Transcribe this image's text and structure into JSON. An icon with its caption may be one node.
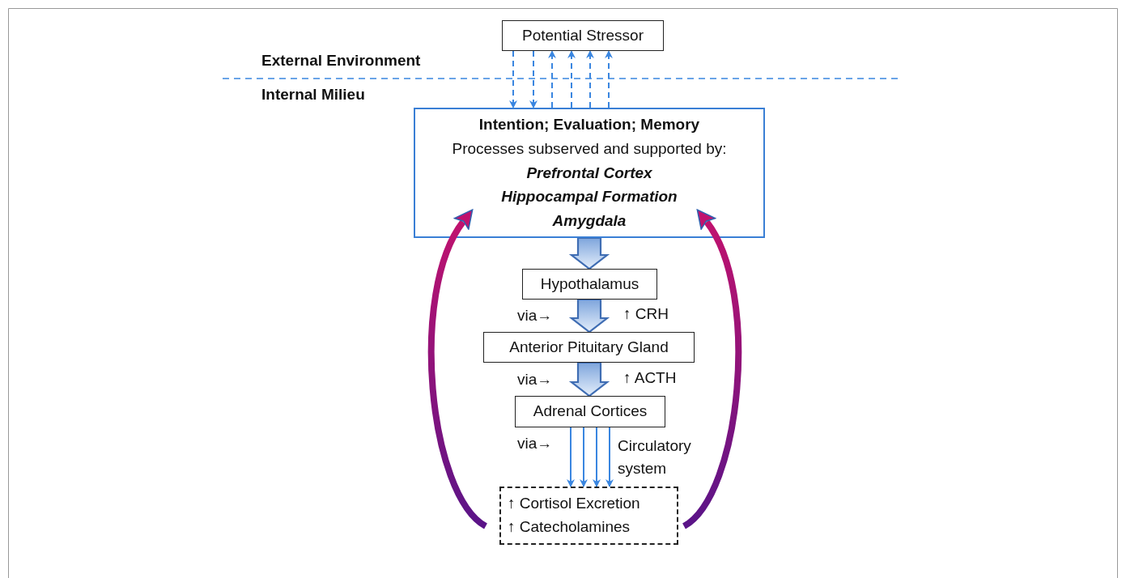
{
  "diagram": {
    "nodes": [
      {
        "text": [
          "Potential Stressor"
        ]
      },
      {
        "text": [
          "Intention; Evaluation; Memory",
          "Processes subserved and supported by:",
          "Prefrontal Cortex",
          "Hippocampal Formation",
          "Amygdala"
        ]
      },
      {
        "text": [
          "Hypothalamus"
        ]
      },
      {
        "text": [
          "Anterior Pituitary Gland"
        ]
      },
      {
        "text": [
          "Adrenal Cortices"
        ]
      },
      {
        "text": [
          "↑ Cortisol Excretion",
          "↑ Catecholamines"
        ]
      }
    ],
    "edges": [
      {
        "from": 0,
        "to": 1,
        "arrow": "to",
        "style": "dashed"
      },
      {
        "from": 0,
        "to": 1,
        "arrow": "to",
        "style": "dashed"
      },
      {
        "from": 1,
        "to": 0,
        "arrow": "to",
        "style": "dashed"
      },
      {
        "from": 1,
        "to": 0,
        "arrow": "to",
        "style": "dashed"
      },
      {
        "from": 1,
        "to": 0,
        "arrow": "to",
        "style": "dashed"
      },
      {
        "from": 1,
        "to": 0,
        "arrow": "to",
        "style": "dashed"
      },
      {
        "from": 1,
        "to": 2,
        "arrow": "to",
        "style": "thick"
      },
      {
        "from": 2,
        "to": 3,
        "arrow": "to",
        "style": "thick"
      },
      {
        "from": 3,
        "to": 4,
        "arrow": "to",
        "style": "thick"
      },
      {
        "from": 4,
        "to": 5,
        "arrow": "to"
      },
      {
        "from": 4,
        "to": 5,
        "arrow": "to"
      },
      {
        "from": 4,
        "to": 5,
        "arrow": "to"
      },
      {
        "from": 4,
        "to": 5,
        "arrow": "to"
      },
      {
        "from": 5,
        "to": 1,
        "arrow": "to",
        "style": "thick",
        "color": "#c0126e"
      },
      {
        "from": 5,
        "to": 1,
        "arrow": "to",
        "style": "thick",
        "color": "#c0126e"
      }
    ],
    "labels": [
      "External Environment",
      "Internal Milieu",
      "via→",
      "↑ CRH",
      "via→",
      "↑ ACTH",
      "via→",
      "Circulatory system"
    ]
  }
}
